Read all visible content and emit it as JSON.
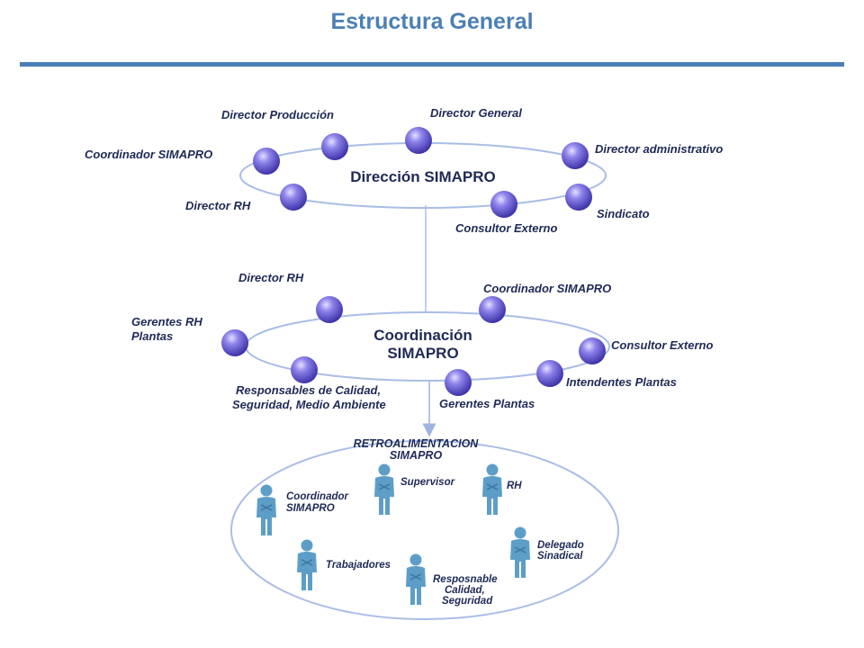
{
  "page": {
    "title": "Estructura General"
  },
  "levels": {
    "direccion": {
      "hub": "Dirección SIMAPRO",
      "labels": {
        "director_produccion": "Director Producción",
        "director_general": "Director General",
        "coordinador_simapro": "Coordinador SIMAPRO",
        "director_administrativo": "Director administrativo",
        "director_rh": "Director RH",
        "sindicato": "Sindicato",
        "consultor_externo": "Consultor Externo"
      }
    },
    "coordinacion": {
      "hub_line1": "Coordinación",
      "hub_line2": "SIMAPRO",
      "labels": {
        "director_rh": "Director RH",
        "coordinador_simapro": "Coordinador SIMAPRO",
        "gerentes_rh_line1": "Gerentes RH",
        "gerentes_rh_line2": "Plantas",
        "consultor_externo": "Consultor Externo",
        "intendentes_plantas": "Intendentes  Plantas",
        "responsables_line1": "Responsables de Calidad,",
        "responsables_line2": "Seguridad, Medio Ambiente",
        "gerentes_plantas": "Gerentes  Plantas"
      }
    },
    "retroalimentacion": {
      "hub_line1": "RETROALIMENTACION",
      "hub_line2": "SIMAPRO",
      "labels": {
        "supervisor": "Supervisor",
        "rh": "RH",
        "coordinador_line1": "Coordinador",
        "coordinador_line2": "SIMAPRO",
        "delegado_line1": "Delegado",
        "delegado_line2": "Sinadical",
        "trabajadores": "Trabajadores",
        "responsable_line1": "Resposnable",
        "responsable_line2": "Calidad,",
        "responsable_line3": "Seguridad"
      }
    }
  },
  "colors": {
    "accent": "#4b7fb4",
    "ring": "#a9bde6",
    "node": "#6b5fd6",
    "person": "#5d9ec8",
    "text": "#1f2a56"
  }
}
